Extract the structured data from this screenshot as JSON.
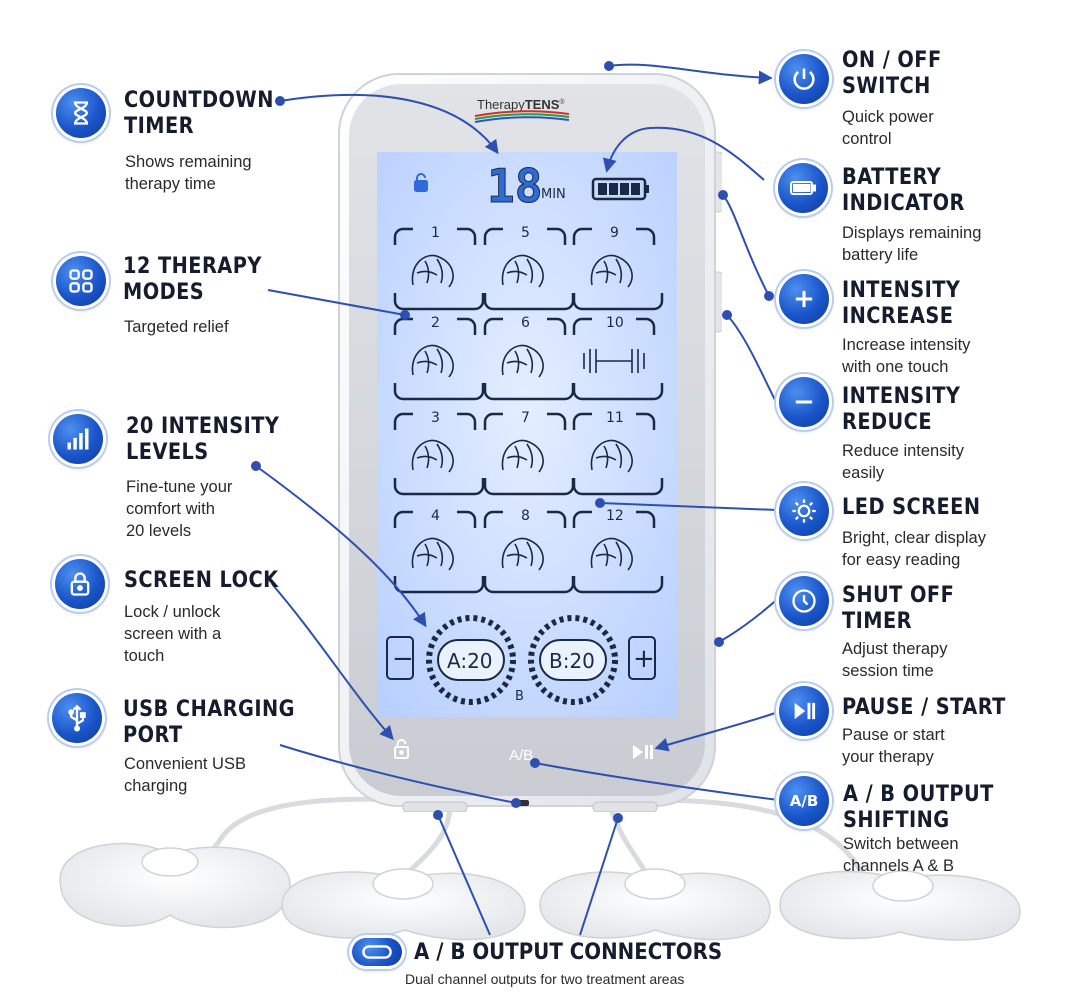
{
  "brand": {
    "prefix": "Therapy",
    "suffix": "TENS",
    "mark": "®"
  },
  "screen": {
    "timer_digits": "18",
    "timer_unit": "MIN",
    "mode_numbers": [
      "1",
      "5",
      "9",
      "2",
      "6",
      "10",
      "3",
      "7",
      "11",
      "4",
      "8",
      "12"
    ],
    "channel_a": "A:20",
    "channel_b": "B:20",
    "channel_b_label": "B",
    "minus_label": "−",
    "plus_label": "+",
    "ab_label": "A/B"
  },
  "features_left": [
    {
      "id": "countdown-timer",
      "icon": "hourglass-icon",
      "title": [
        "COUNTDOWN",
        "TIMER"
      ],
      "desc": [
        "Shows remaining",
        "therapy time"
      ]
    },
    {
      "id": "therapy-modes",
      "icon": "grid-icon",
      "title": [
        "12 THERAPY",
        "MODES"
      ],
      "desc": [
        "Targeted relief"
      ]
    },
    {
      "id": "intensity-levels",
      "icon": "bars-icon",
      "title": [
        "20 INTENSITY",
        "LEVELS"
      ],
      "desc": [
        "Fine-tune your",
        "comfort with",
        "20 levels"
      ]
    },
    {
      "id": "screen-lock",
      "icon": "lock-icon",
      "title": [
        "SCREEN LOCK"
      ],
      "desc": [
        "Lock / unlock",
        "screen with a",
        "touch"
      ]
    },
    {
      "id": "usb-port",
      "icon": "usb-icon",
      "title": [
        "USB CHARGING",
        "PORT"
      ],
      "desc": [
        "Convenient USB",
        "charging"
      ]
    }
  ],
  "features_right": [
    {
      "id": "on-off",
      "icon": "power-icon",
      "title": [
        "ON / OFF",
        "SWITCH"
      ],
      "desc": [
        "Quick power",
        "control"
      ]
    },
    {
      "id": "battery",
      "icon": "battery-icon",
      "title": [
        "BATTERY",
        "INDICATOR"
      ],
      "desc": [
        "Displays remaining",
        "battery life"
      ]
    },
    {
      "id": "intensity-increase",
      "icon": "plus-icon",
      "title": [
        "INTENSITY",
        "INCREASE"
      ],
      "desc": [
        "Increase intensity",
        "with one touch"
      ]
    },
    {
      "id": "intensity-reduce",
      "icon": "minus-icon",
      "title": [
        "INTENSITY",
        "REDUCE"
      ],
      "desc": [
        "Reduce intensity",
        "easily"
      ]
    },
    {
      "id": "led-screen",
      "icon": "sun-icon",
      "title": [
        "LED SCREEN"
      ],
      "desc": [
        "Bright, clear display",
        "for easy reading"
      ]
    },
    {
      "id": "shut-off-timer",
      "icon": "clock-icon",
      "title": [
        "SHUT OFF",
        "TIMER"
      ],
      "desc": [
        "Adjust therapy",
        "session time"
      ]
    },
    {
      "id": "pause-start",
      "icon": "play-pause-icon",
      "title": [
        "PAUSE / START"
      ],
      "desc": [
        "Pause or start",
        "your therapy"
      ]
    },
    {
      "id": "ab-shifting",
      "icon": "ab-icon",
      "icon_text": "A/B",
      "title": [
        "A / B OUTPUT",
        "SHIFTING"
      ],
      "desc": [
        "Switch between",
        "channels A & B"
      ]
    }
  ],
  "bottom": {
    "icon": "usb-c-icon",
    "title": "A / B OUTPUT CONNECTORS",
    "desc": "Dual channel outputs for two treatment areas"
  },
  "colors": {
    "accent": "#1a55c9",
    "screen": "#c9dcff",
    "leader": "#2d4fb0"
  }
}
